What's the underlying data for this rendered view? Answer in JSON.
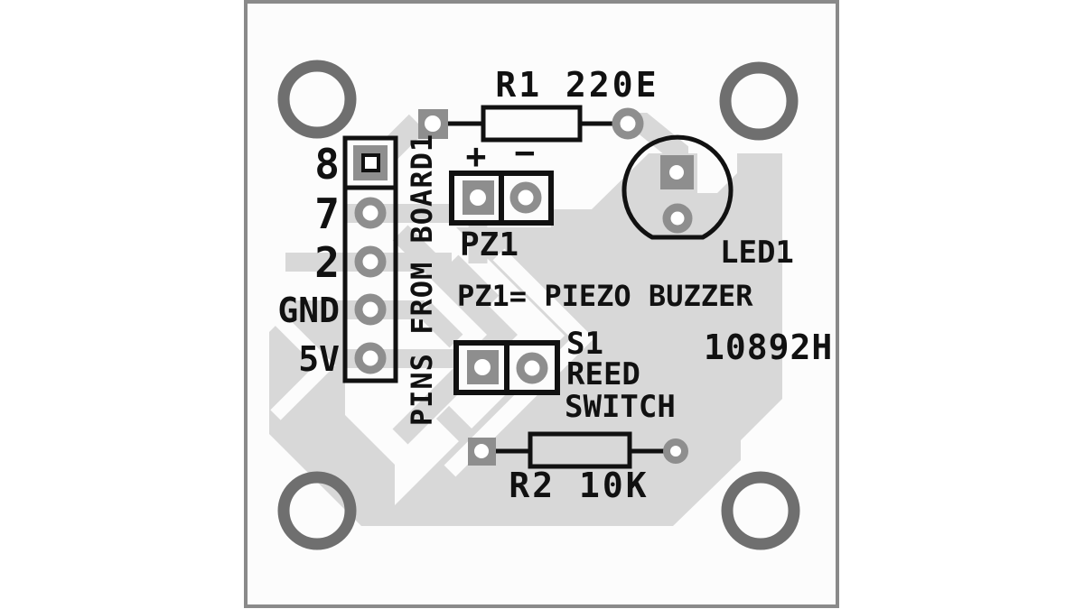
{
  "diagram": {
    "board_code": "10892H",
    "note": "PZ1= PIEZO BUZZER"
  },
  "header": {
    "side_label": "PINS FROM BOARD1",
    "pins": [
      {
        "label": "8"
      },
      {
        "label": "7"
      },
      {
        "label": "2"
      },
      {
        "label": "GND"
      },
      {
        "label": "5V"
      }
    ]
  },
  "components": {
    "r1": {
      "label": "R1 220E"
    },
    "r2": {
      "label": "R2 10K"
    },
    "pz1": {
      "label": "PZ1",
      "plus": "+",
      "minus": "−"
    },
    "led1": {
      "label": "LED1"
    },
    "s1": {
      "line1": "S1",
      "line2": "REED",
      "line3": "SWITCH"
    }
  },
  "colors": {
    "copper_pour": "#d8d8d8",
    "pad_gray": "#8e8e8e",
    "mount_ring_gray": "#6f6f6f",
    "silkscreen_black": "#111111",
    "board_white": "#fcfcfc",
    "frame_gray": "#8a8a8a"
  }
}
